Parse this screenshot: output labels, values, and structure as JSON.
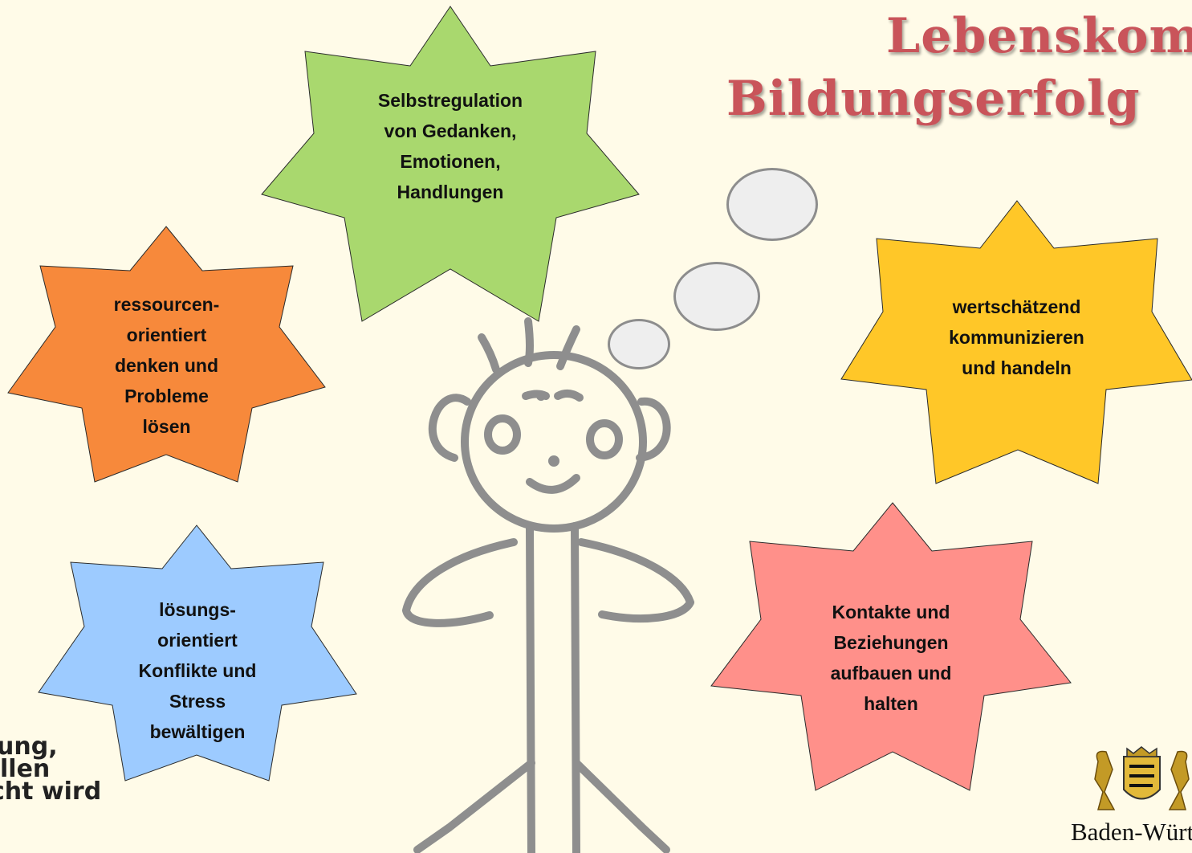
{
  "title": {
    "line1": "Lebenskomp",
    "line2": "Bildungserfolg"
  },
  "stars": {
    "selbstregulation": {
      "lines": [
        "Selbstregulation",
        "von Gedanken,",
        "Emotionen,",
        "Handlungen"
      ],
      "color": "#a9d86e"
    },
    "ressourcen": {
      "lines": [
        "ressourcen-",
        "orientiert",
        "denken und",
        "Probleme",
        "lösen"
      ],
      "color": "#f7893b"
    },
    "wertschaetzend": {
      "lines": [
        "wertschätzend",
        "kommunizieren",
        "und handeln"
      ],
      "color": "#ffc728"
    },
    "loesungen": {
      "lines": [
        "lösungs-",
        "orientiert",
        "Konflikte und",
        "Stress",
        "bewältigen"
      ],
      "color": "#9dcbff"
    },
    "kontakte": {
      "lines": [
        "Kontakte und",
        "Beziehungen",
        "aufbauen und",
        "halten"
      ],
      "color": "#ff908a"
    }
  },
  "footer": {
    "lines": [
      "ung,",
      "llen",
      "cht wird"
    ]
  },
  "logo": {
    "text": "Baden-Württe"
  }
}
